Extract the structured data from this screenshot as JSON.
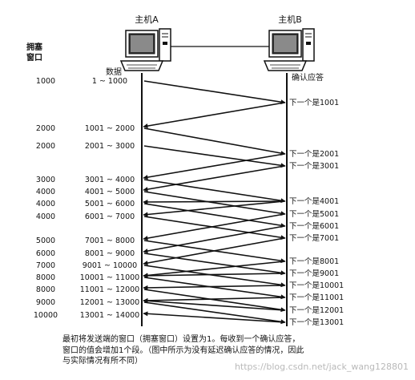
{
  "host_a": {
    "label": "主机A"
  },
  "host_b": {
    "label": "主机B"
  },
  "headers": {
    "window_line1": "拥塞",
    "window_line2": "窗口",
    "data": "数据",
    "ack": "确认应答"
  },
  "segments": [
    {
      "window": "1000",
      "range": "1 ~ 1000"
    },
    {
      "window": "2000",
      "range": "1001 ~ 2000"
    },
    {
      "window": "2000",
      "range": "2001 ~ 3000"
    },
    {
      "window": "3000",
      "range": "3001 ~ 4000"
    },
    {
      "window": "4000",
      "range": "4001 ~ 5000"
    },
    {
      "window": "4000",
      "range": "5001 ~ 6000"
    },
    {
      "window": "4000",
      "range": "6001 ~ 7000"
    },
    {
      "window": "5000",
      "range": "7001 ~ 8000"
    },
    {
      "window": "6000",
      "range": "8001 ~ 9000"
    },
    {
      "window": "7000",
      "range": "9001 ~ 10000"
    },
    {
      "window": "8000",
      "range": "10001 ~ 11000"
    },
    {
      "window": "8000",
      "range": "11001 ~ 12000"
    },
    {
      "window": "9000",
      "range": "12001 ~ 13000"
    },
    {
      "window": "10000",
      "range": "13001 ~ 14000"
    }
  ],
  "acks": [
    "下一个是1001",
    "下一个是2001",
    "下一个是3001",
    "下一个是4001",
    "下一个是5001",
    "下一个是6001",
    "下一个是7001",
    "下一个是8001",
    "下一个是9001",
    "下一个是10001",
    "下一个是11001",
    "下一个是12001",
    "下一个是13001"
  ],
  "caption": {
    "line1": "最初将发送端的窗口（拥塞窗口）设置为1。每收到一个确认应答，",
    "line2": "窗口的值会增加1个段。（图中所示为没有延迟确认应答的情况，因此",
    "line3": "与实际情况有所不同）"
  },
  "watermark": "https://blog.csdn.net/jack_wang128801"
}
